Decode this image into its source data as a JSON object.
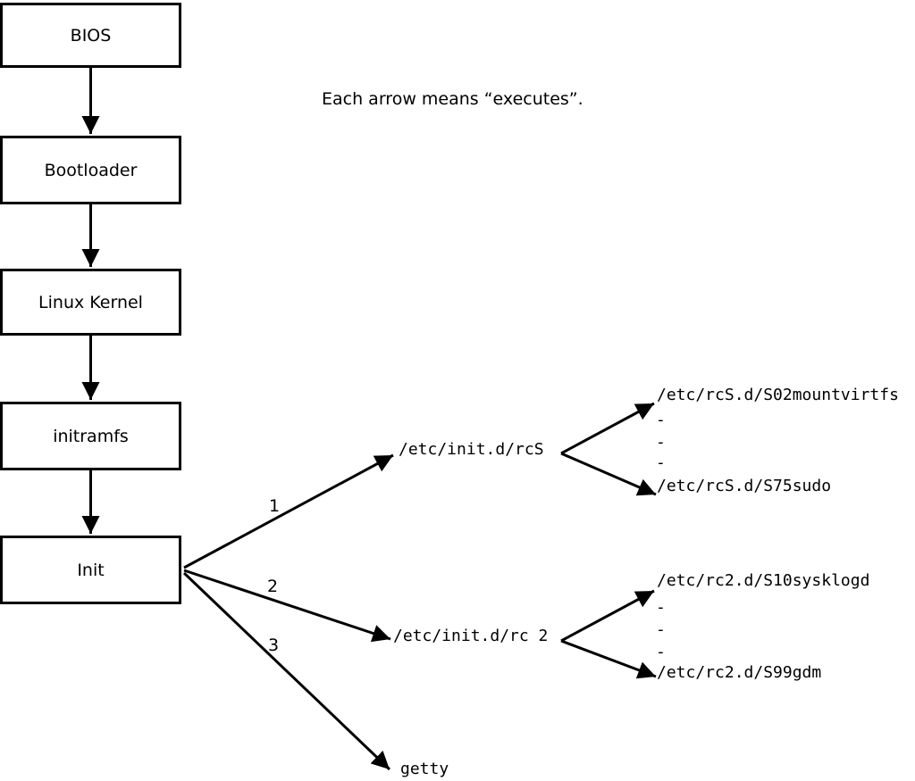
{
  "legend_note": "Each arrow means “executes”.",
  "colors": {
    "line": "#000000",
    "background": "#ffffff"
  },
  "flow_boxes": [
    {
      "label": "BIOS"
    },
    {
      "label": "Bootloader"
    },
    {
      "label": "Linux Kernel"
    },
    {
      "label": "initramfs"
    },
    {
      "label": "Init"
    }
  ],
  "init_branches": [
    {
      "order": "1",
      "target": "/etc/init.d/rcS"
    },
    {
      "order": "2",
      "target": "/etc/init.d/rc 2"
    },
    {
      "order": "3",
      "target": "getty"
    }
  ],
  "rcS_scripts": {
    "first": "/etc/rcS.d/S02mountvirtfs",
    "dash1": "-",
    "dash2": "-",
    "dash3": "-",
    "last": "/etc/rcS.d/S75sudo"
  },
  "rc2_scripts": {
    "first": "/etc/rc2.d/S10sysklogd",
    "dash1": "-",
    "dash2": "-",
    "dash3": "-",
    "last": "/etc/rc2.d/S99gdm"
  }
}
